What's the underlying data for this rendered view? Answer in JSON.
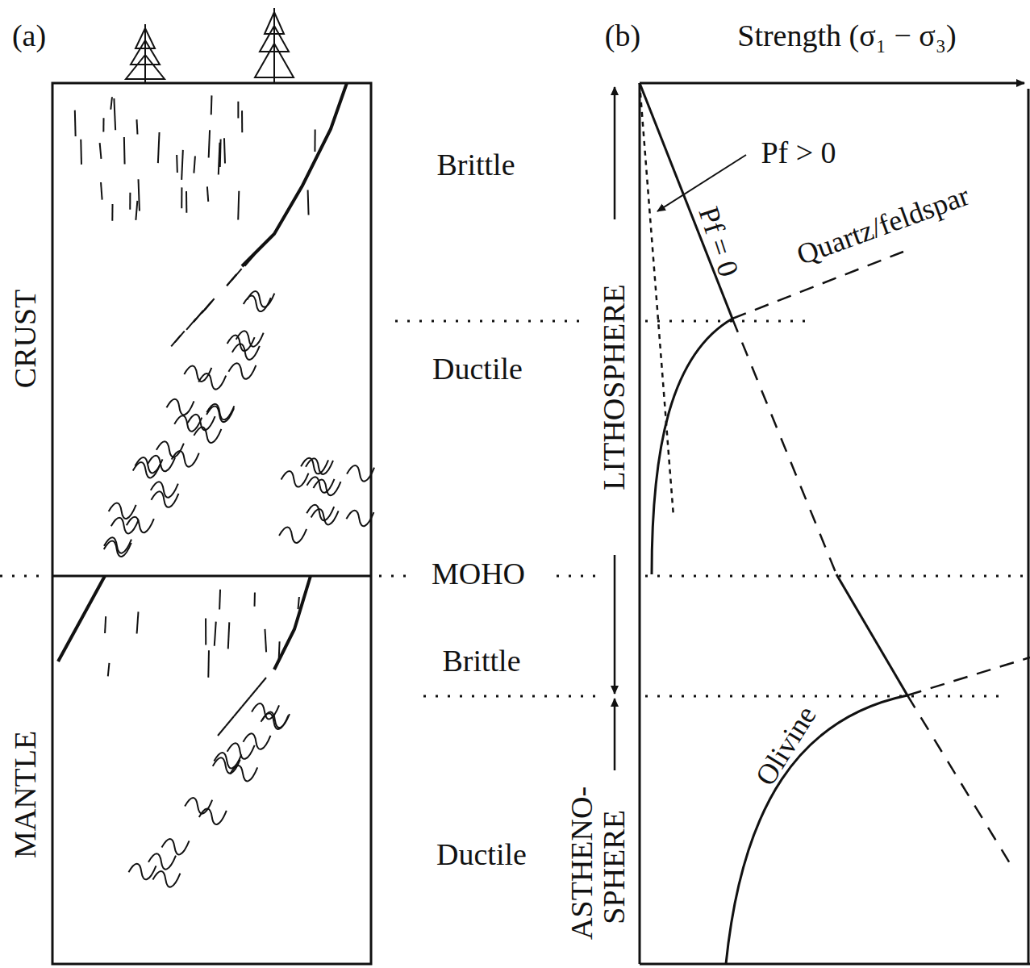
{
  "diagram": {
    "labels": [
      "(a)",
      "(b)",
      "Strength (σ₁ − σ₃)",
      "CRUST",
      "MANTLE",
      "Brittle",
      "Ductile",
      "MOHO",
      "Brittle",
      "Ductile",
      "LITHOSPHERE",
      "ASTHENO- SPHERE",
      "Pf > 0",
      "Pf = 0",
      "Quartz/feldspar",
      "Olivine"
    ]
  }
}
